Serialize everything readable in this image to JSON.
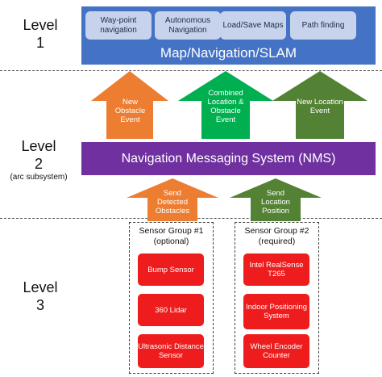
{
  "levels": {
    "level1": "Level",
    "level1_num": "1",
    "level2": "Level",
    "level2_num": "2",
    "level2_sub": "(arc subsystem)",
    "level3": "Level",
    "level3_num": "3"
  },
  "slam": {
    "title": "Map/Navigation/SLAM",
    "modules": [
      "Way-point navigation",
      "Autonomous Navigation",
      "Load/Save Maps",
      "Path finding"
    ]
  },
  "up_arrows": [
    {
      "label": "New Obstacle Event",
      "color": "#ed7d31"
    },
    {
      "label": "Combined Location & Obstacle Event",
      "color": "#00b050"
    },
    {
      "label": "New Location Event",
      "color": "#548235"
    }
  ],
  "nms": {
    "label": "Navigation Messaging System (NMS)",
    "color": "#7030a0"
  },
  "lower_arrows": [
    {
      "label": "Send Detected Obstacles",
      "color": "#ed7d31"
    },
    {
      "label": "Send Location Position",
      "color": "#548235"
    }
  ],
  "sensor_groups": [
    {
      "title": "Sensor Group #1",
      "subtitle": "(optional)",
      "sensors": [
        "Bump Sensor",
        "360 Lidar",
        "Ultrasonic Distance Sensor"
      ]
    },
    {
      "title": "Sensor Group #2",
      "subtitle": "(required)",
      "sensors": [
        "Intel RealSense T265",
        "Indoor Positioning System",
        "Wheel Encoder Counter"
      ]
    }
  ],
  "colors": {
    "slam_blue": "#4472c4",
    "module_fill": "#c7d3ec",
    "sensor_red": "#ee1c1c"
  }
}
